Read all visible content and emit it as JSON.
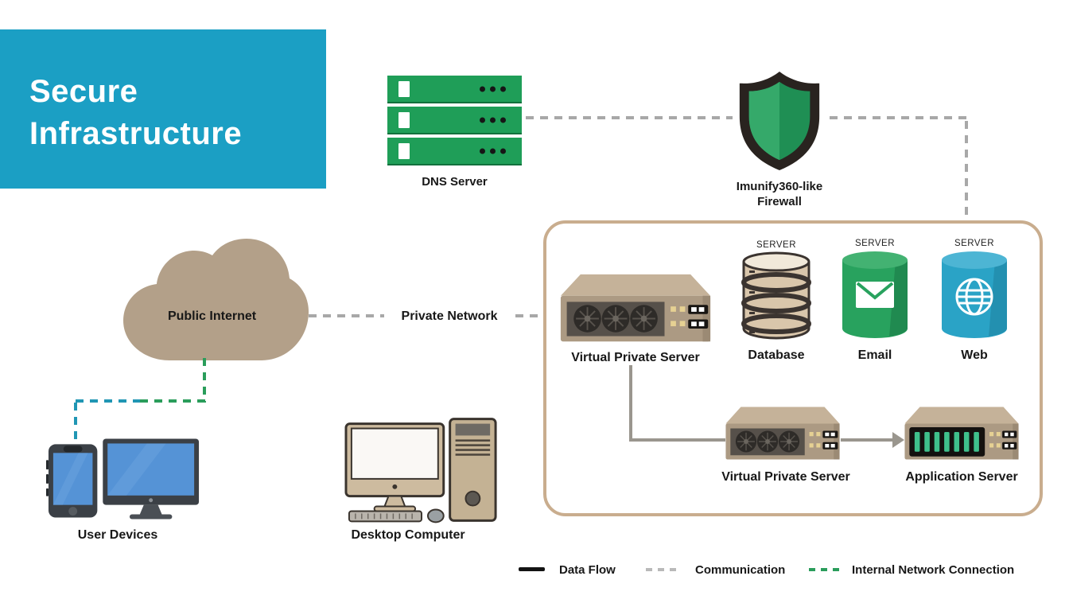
{
  "title": {
    "text": "Secure Infrastructure"
  },
  "nodes": {
    "dns": {
      "label": "DNS Server"
    },
    "firewall": {
      "label": "Imunify360-like Firewall"
    },
    "cloud": {
      "label": "Public Internet"
    },
    "private_network": {
      "label": "Private Network"
    },
    "vps1": {
      "label": "Virtual Private Server"
    },
    "database": {
      "tag": "SERVER",
      "label": "Database"
    },
    "email": {
      "tag": "SERVER",
      "label": "Email"
    },
    "web": {
      "tag": "SERVER",
      "label": "Web"
    },
    "vps2": {
      "label": "Virtual Private Server"
    },
    "app_server": {
      "label": "Application Server"
    },
    "user_devices": {
      "label": "User Devices"
    },
    "desktop": {
      "label": "Desktop Computer"
    }
  },
  "legend": {
    "data_flow": "Data Flow",
    "communication": "Communication",
    "internal": "Internal Network Connection"
  },
  "colors": {
    "accent_teal": "#1b9fc4",
    "server_green": "#1f9e58",
    "shield_green_light": "#35a96a",
    "shield_green_dark": "#1f8f54",
    "cloud_tan": "#b3a089",
    "box_border_tan": "#c9ad8e",
    "chassis_tan": "#ac9a83",
    "web_blue": "#2aa3c6",
    "email_green": "#28a25e",
    "dash_gray": "#a8a8a8",
    "dash_green": "#2a9d5b",
    "dash_teal": "#2096b4",
    "connector_gray": "#9a968e",
    "device_screen_blue": "#5593d6"
  }
}
